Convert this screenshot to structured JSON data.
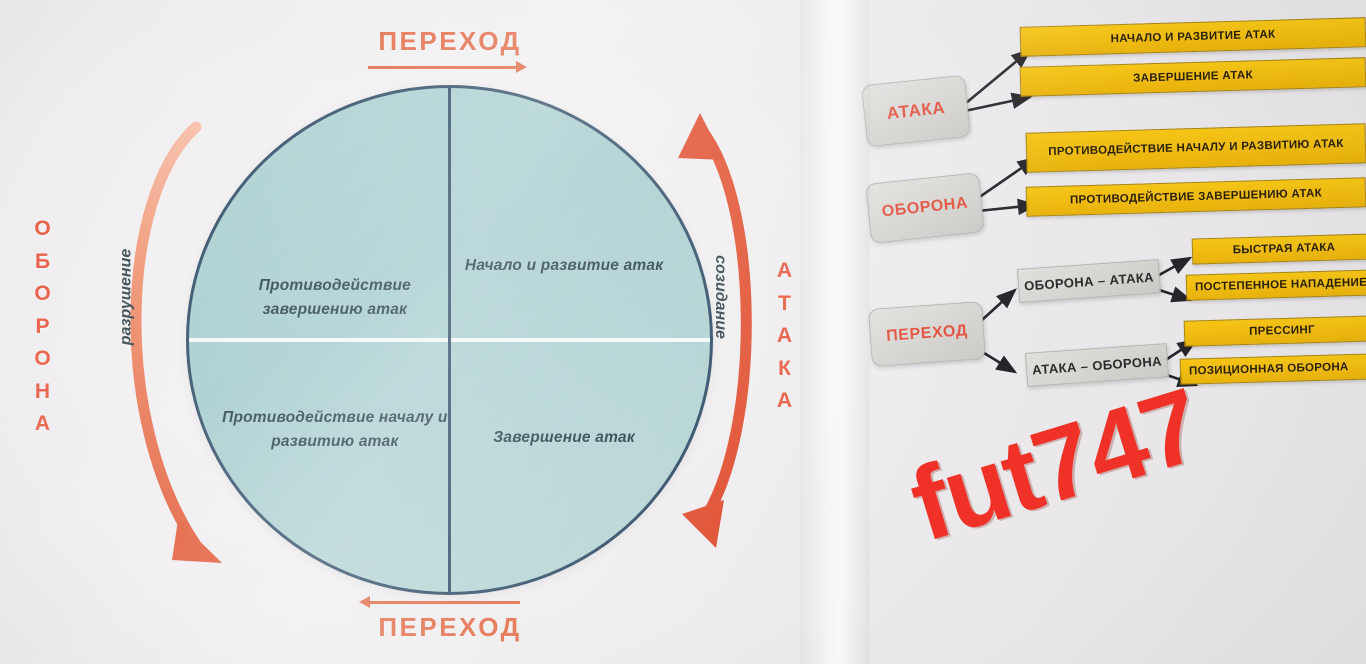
{
  "left_page": {
    "top_label": "ПЕРЕХОД",
    "bottom_label": "ПЕРЕХОД",
    "left_vertical_label": "ОБОРОНА",
    "right_vertical_label": "АТАКА",
    "left_arc_label": "разрушение",
    "right_arc_label": "созидание",
    "quadrants": {
      "top_left": "Противодействие завершению атак",
      "top_right": "Начало и развитие атак",
      "bottom_left": "Противодействие началу и развитию атак",
      "bottom_right": "Завершение атак"
    },
    "colors": {
      "circle_fill": "#a9cfd0",
      "circle_stroke": "#20405c",
      "accent_red": "#e0603a",
      "label_red": "#e8553c"
    }
  },
  "right_page": {
    "branches": [
      {
        "root": "АТАКА",
        "children": [
          "НАЧАЛО И РАЗВИТИЕ АТАК",
          "ЗАВЕРШЕНИЕ АТАК"
        ]
      },
      {
        "root": "ОБОРОНА",
        "children": [
          "ПРОТИВОДЕЙСТВИЕ НАЧАЛУ И РАЗВИТИЮ АТАК",
          "ПРОТИВОДЕЙСТВИЕ ЗАВЕРШЕНИЮ АТАК"
        ]
      },
      {
        "root": "ПЕРЕХОД",
        "mid": [
          {
            "label": "ОБОРОНА – АТАКА",
            "children": [
              "БЫСТРАЯ АТАКА",
              "ПОСТЕПЕННОЕ НАПАДЕНИЕ"
            ]
          },
          {
            "label": "АТАКА – ОБОРОНА",
            "children": [
              "ПРЕССИНГ",
              "ПОЗИЦИОННАЯ ОБОРОНА"
            ]
          }
        ]
      }
    ],
    "colors": {
      "box_yellow": "#efbb10",
      "box_gray": "#d6d4d1",
      "root_text_red": "#e2503c"
    }
  },
  "watermark": {
    "text": "fut747",
    "color": "#ef3127"
  }
}
